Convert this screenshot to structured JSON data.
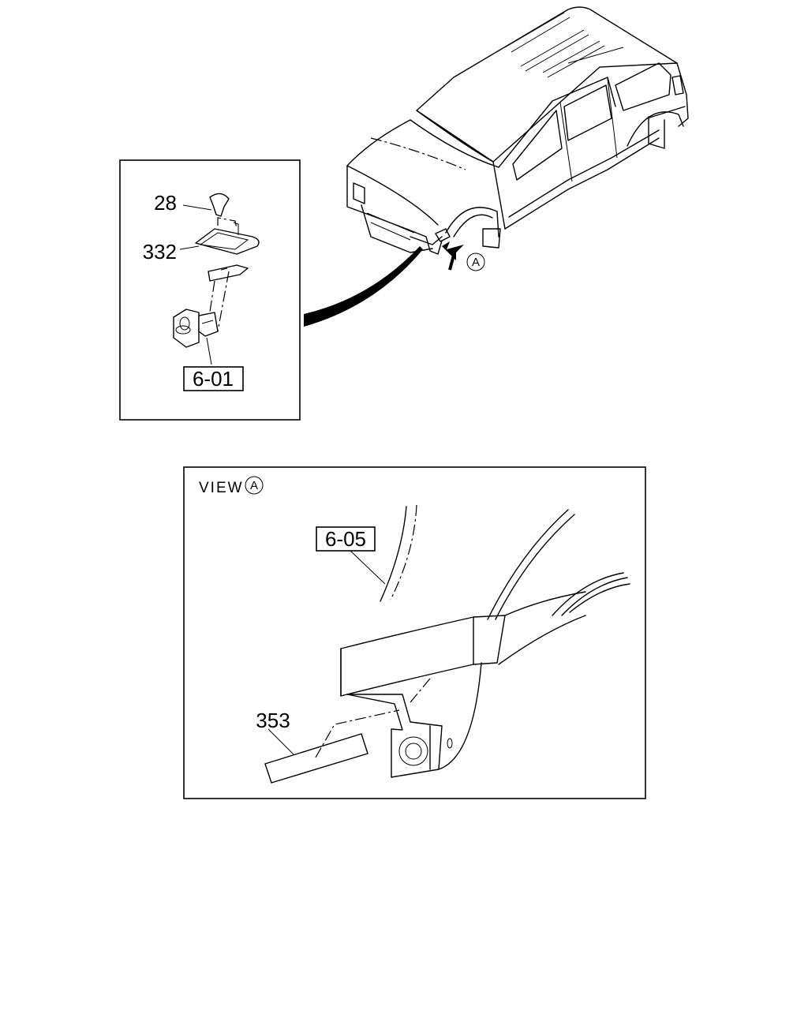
{
  "detail_box": {
    "callouts": {
      "clip": "28",
      "bracket_plate": "332"
    },
    "reference": "6-01"
  },
  "vehicle": {
    "view_marker": "A"
  },
  "view_box": {
    "title": "VIEW",
    "title_marker": "A",
    "reference": "6-05",
    "callouts": {
      "pad": "353"
    }
  }
}
